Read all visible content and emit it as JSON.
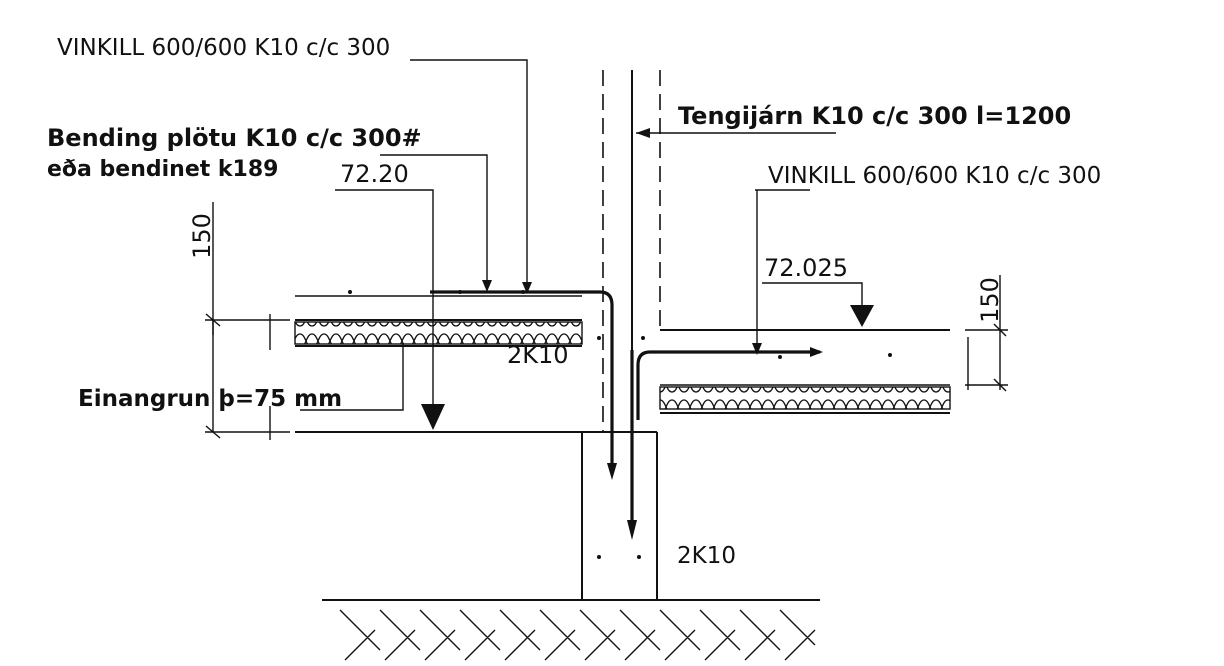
{
  "labels": {
    "vinkill_left": "VINKILL 600/600 K10 c/c 300",
    "bending_line1": "Bending plötu K10 c/c 300#",
    "bending_line2": "eða bendinet k189",
    "tengijarn": "Tengijárn K10 c/c 300 l=1200",
    "vinkill_right": "VINKILL 600/600 K10 c/c 300",
    "level_left": "72.20",
    "level_right": "72.025",
    "dim_left": "150",
    "dim_right": "150",
    "rebar_upper": "2K10",
    "rebar_lower": "2K10",
    "einangrun": "Einangrun þ=75 mm"
  },
  "colors": {
    "ink": "#111111",
    "paper": "#ffffff"
  }
}
